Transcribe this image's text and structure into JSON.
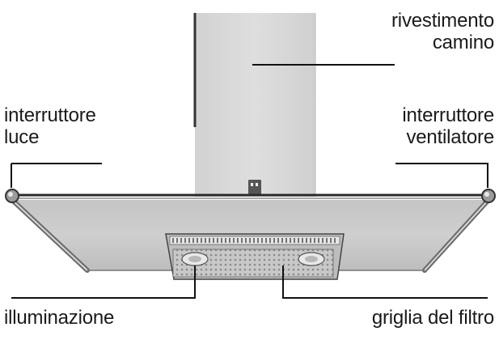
{
  "labels": {
    "chimney_cover": {
      "line1": "rivestimento",
      "line2": "camino"
    },
    "light_switch": {
      "line1": "interruttore",
      "line2": "luce"
    },
    "fan_switch": {
      "line1": "interruttore",
      "line2": "ventilatore"
    },
    "lighting": "illuminazione",
    "filter_grille": "griglia del filtro"
  },
  "colors": {
    "chimney": "#d9d9d9",
    "hood_body": "#cfcfcf",
    "outline": "#2a2a2a",
    "leader_line": "#111111"
  }
}
